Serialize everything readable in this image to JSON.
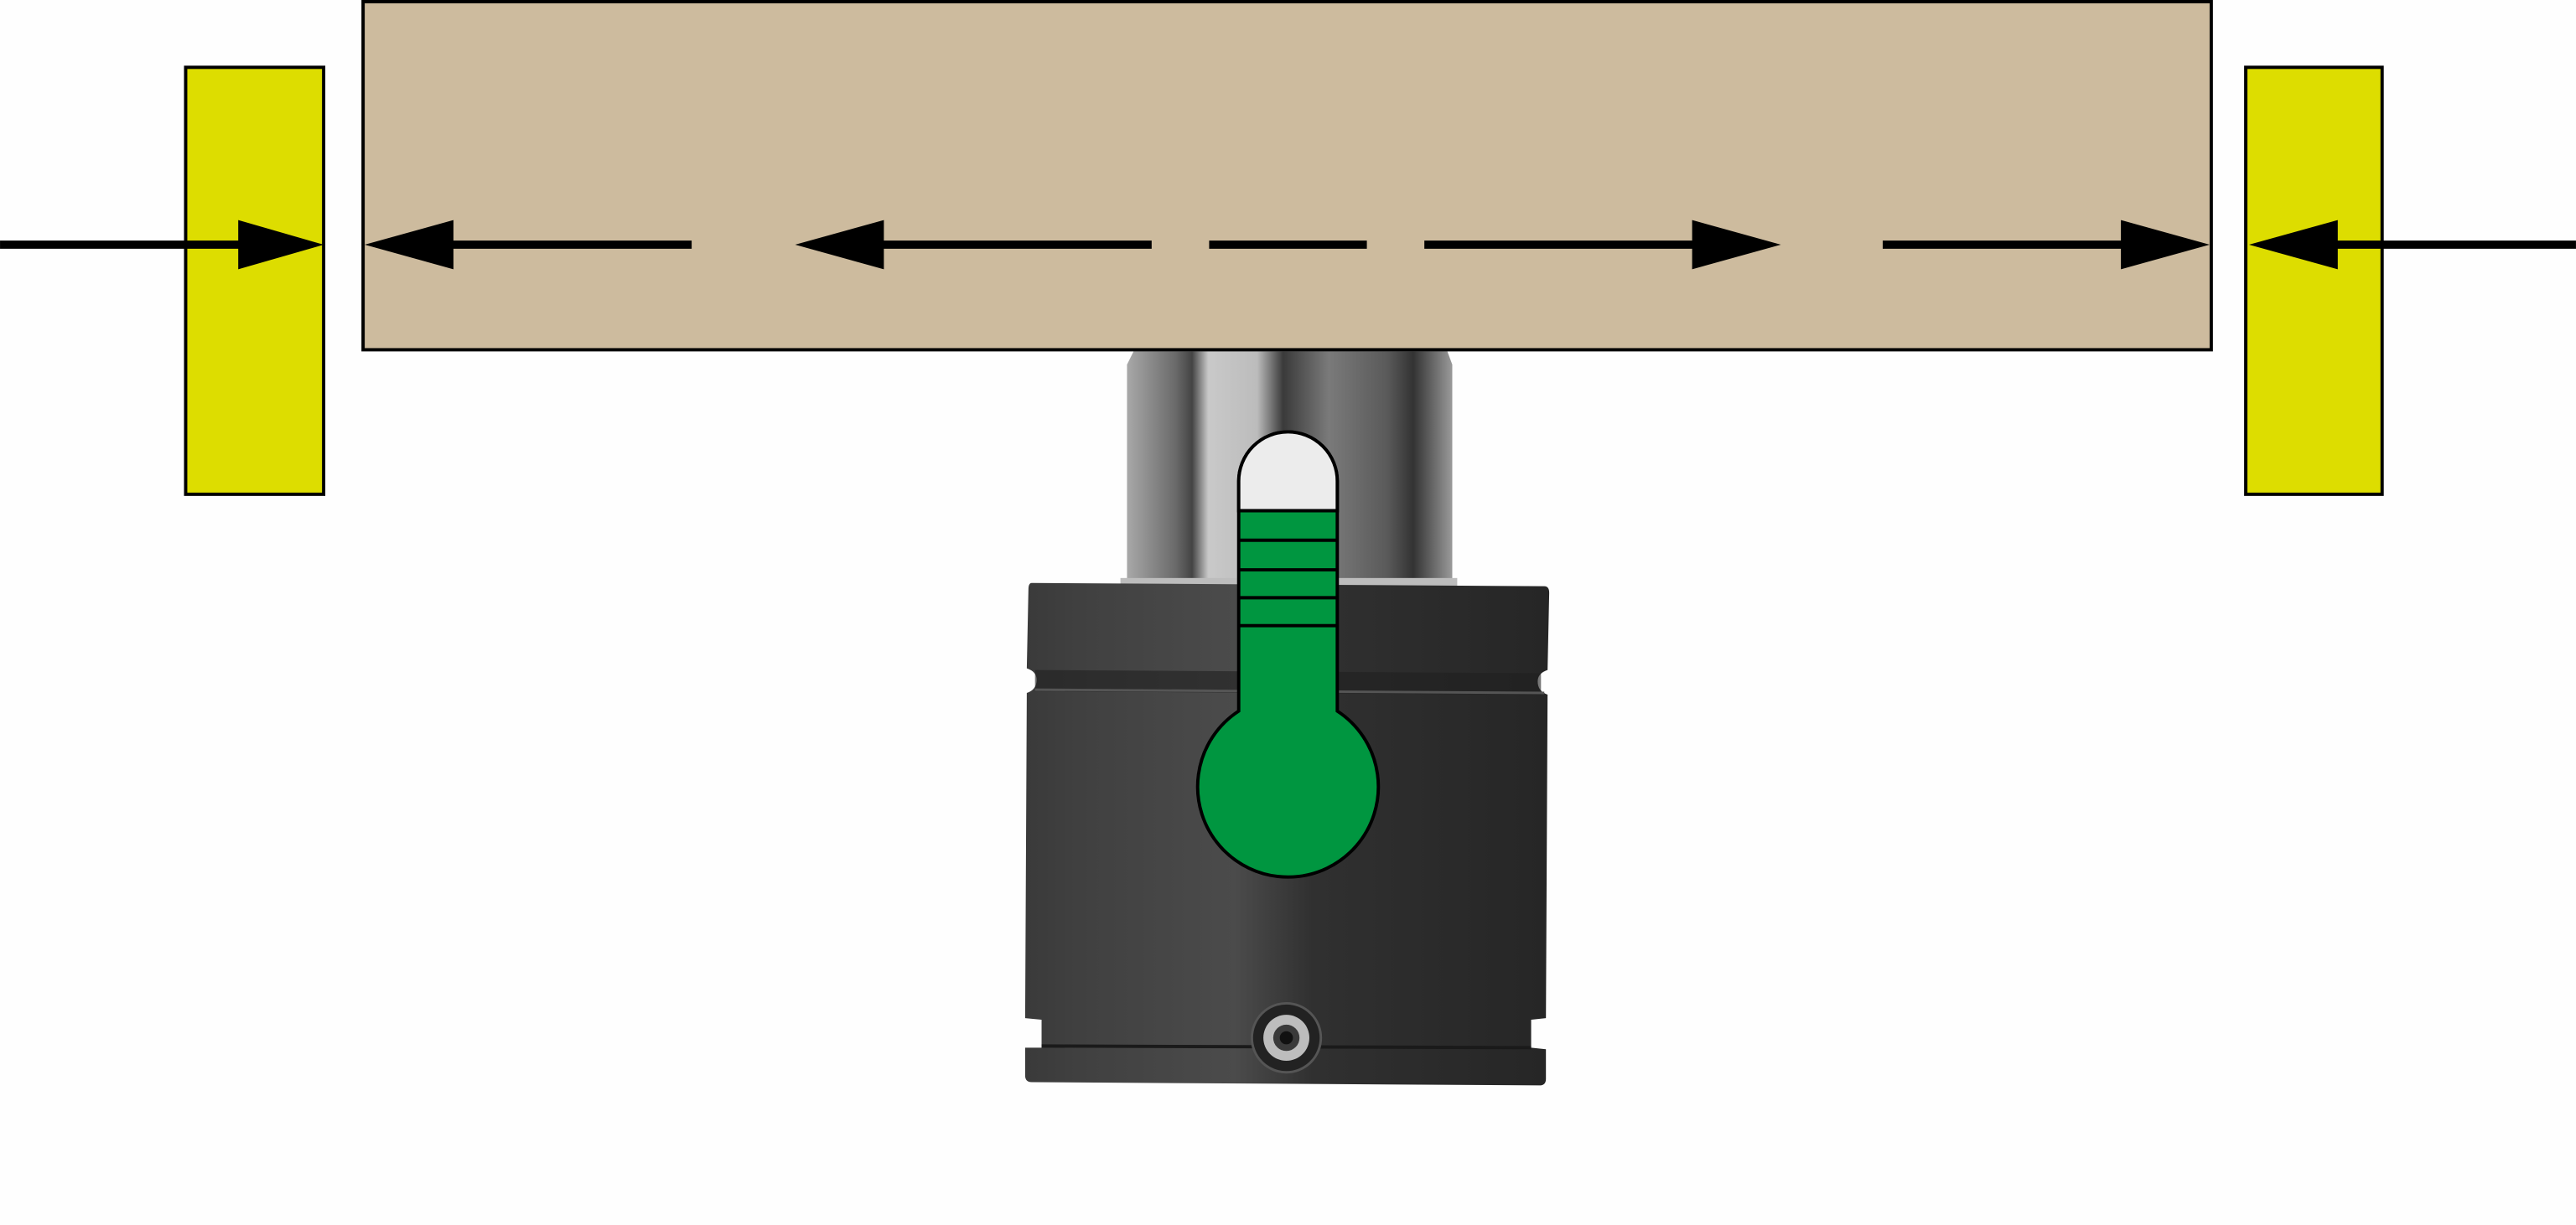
{
  "colors": {
    "background": "#fefefe",
    "workpiece": "#cdbb9e",
    "clamp_jaw": "#dddd00",
    "arrow": "#000000",
    "thermometer_fill": "#009640",
    "thermometer_top": "#ececec",
    "chuck_body": "#2f2f2f",
    "spindle": "#8a8a8a"
  },
  "icons": [
    "clamp-jaw-left",
    "clamp-jaw-right",
    "workpiece",
    "force-arrows",
    "thermometer",
    "chuck-body",
    "spindle"
  ]
}
